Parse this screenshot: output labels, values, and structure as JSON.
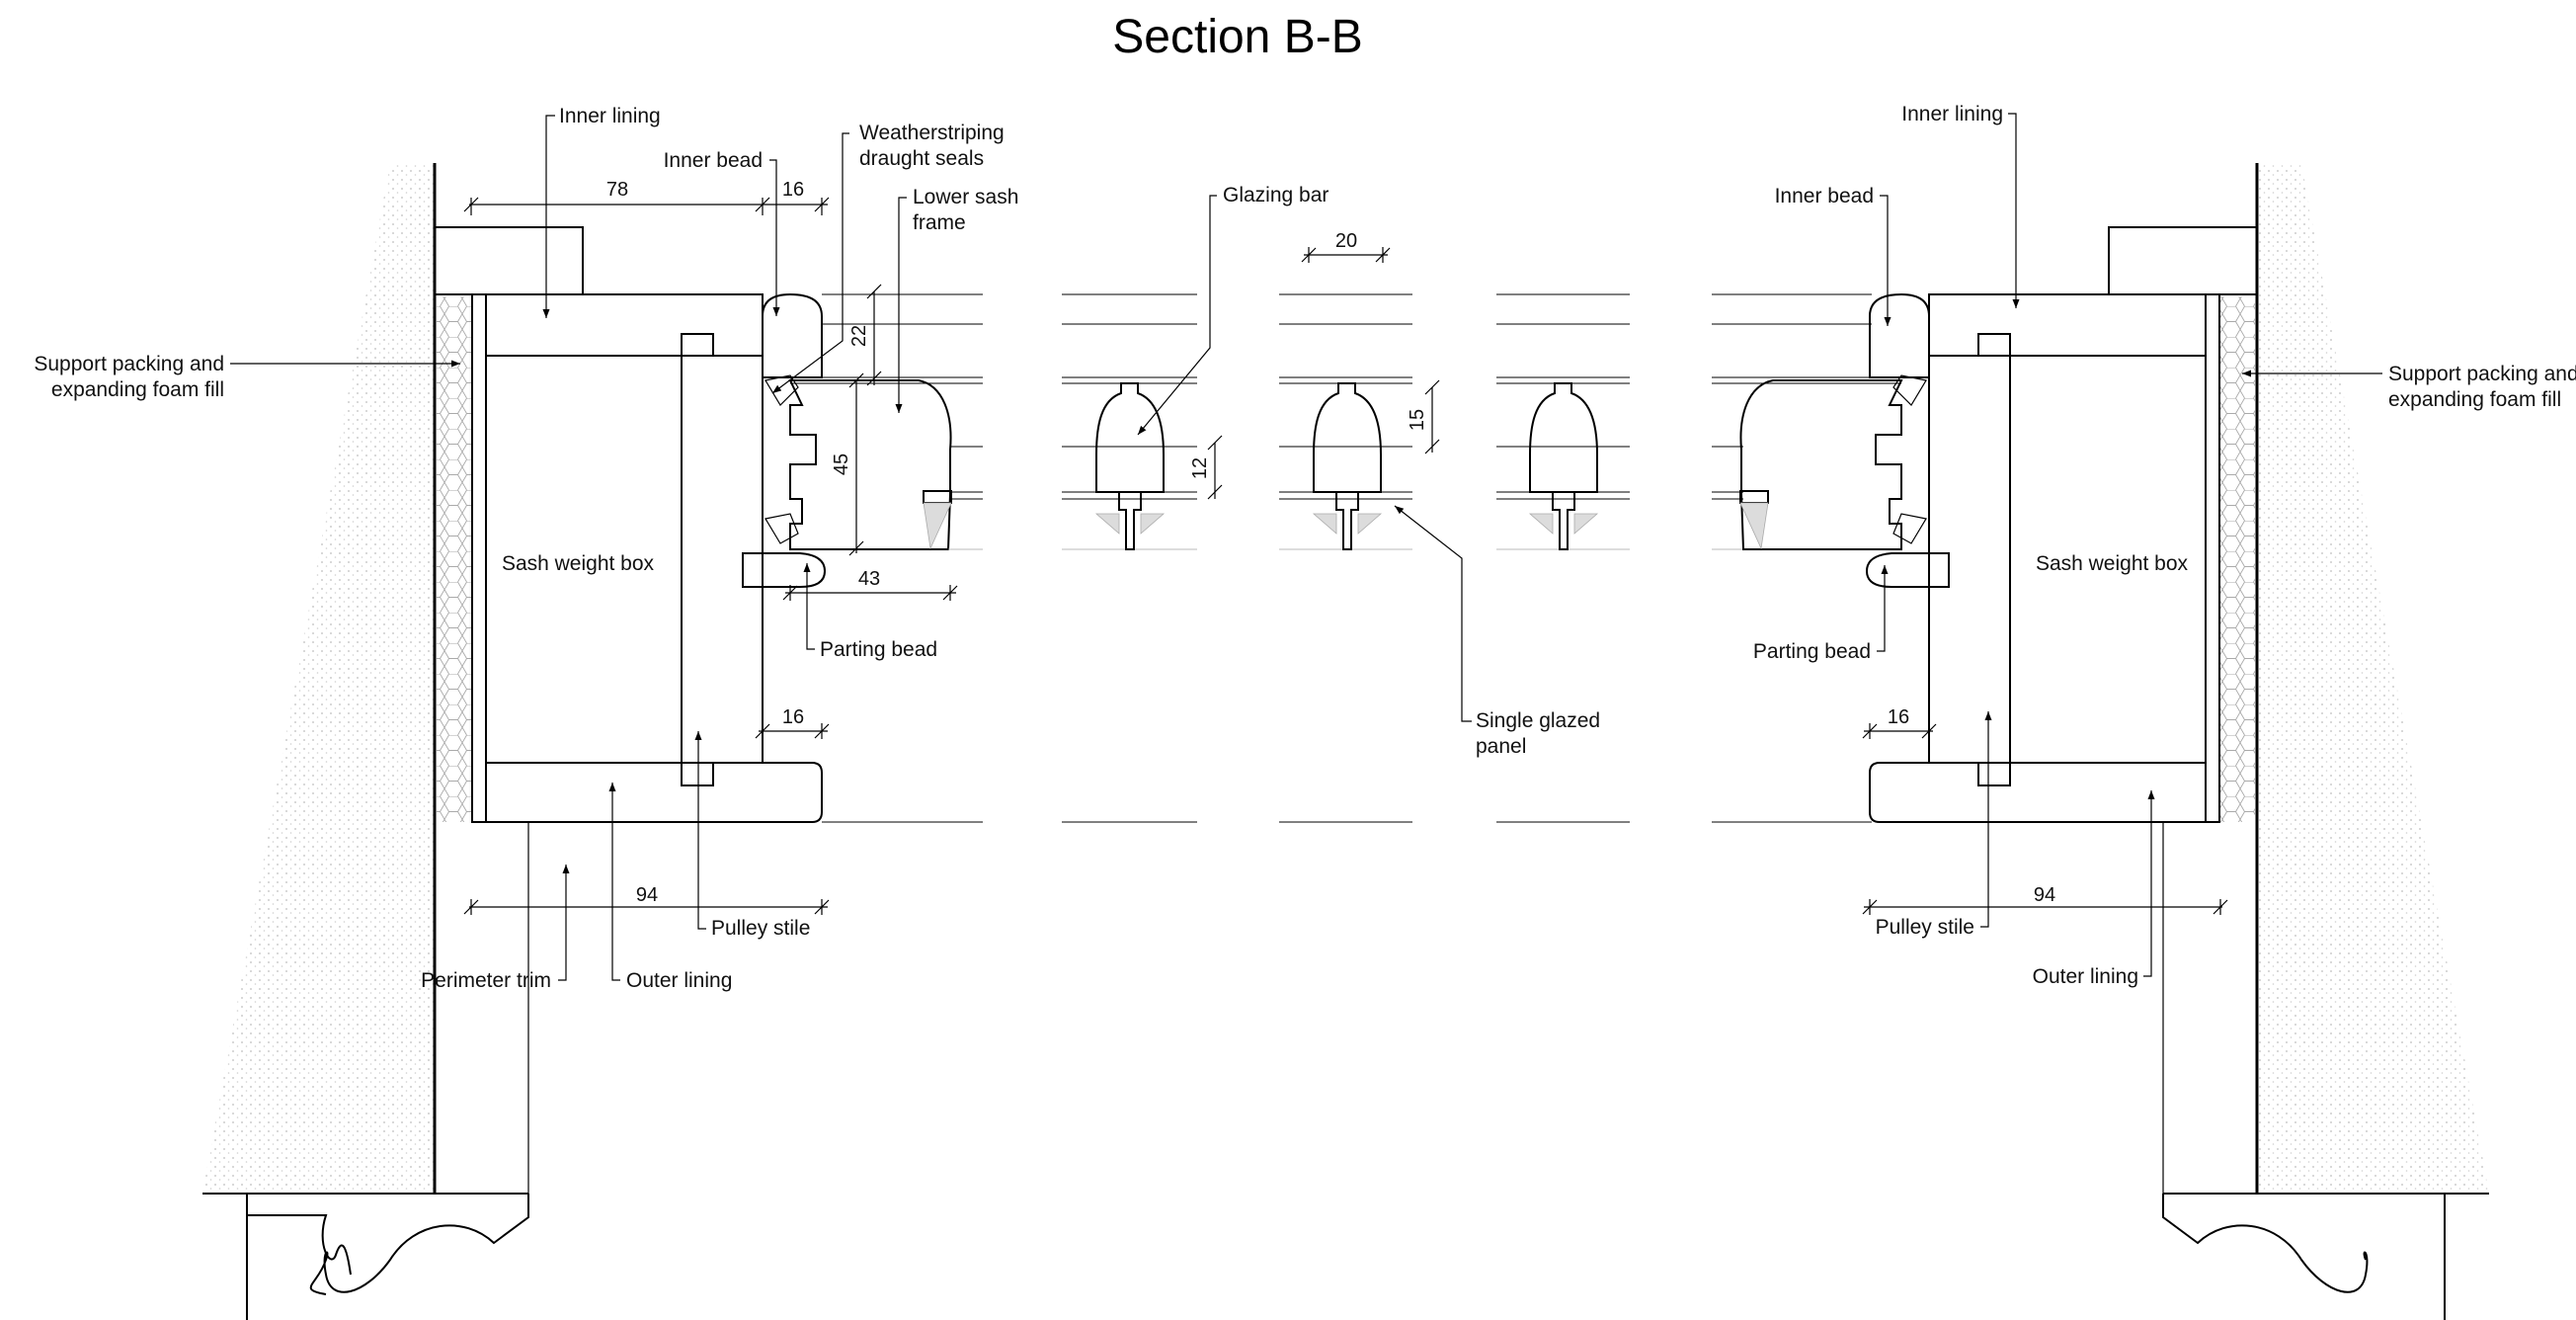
{
  "title": "Section B-B",
  "labels": {
    "inner_lining_left": "Inner lining",
    "inner_bead_left": "Inner bead",
    "weatherstriping_line1": "Weatherstriping",
    "weatherstriping_line2": "draught seals",
    "lower_sash_line1": "Lower sash",
    "lower_sash_line2": "frame",
    "glazing_bar": "Glazing bar",
    "support_left_line1": "Support packing and",
    "support_left_line2": "expanding foam fill",
    "sash_weight_box_left": "Sash weight box",
    "parting_bead_left": "Parting bead",
    "pulley_stile_left": "Pulley stile",
    "perimeter_trim": "Perimeter trim",
    "outer_lining_left": "Outer lining",
    "single_glazed_line1": "Single glazed",
    "single_glazed_line2": "panel",
    "inner_lining_right": "Inner lining",
    "inner_bead_right": "Inner bead",
    "support_right_line1": "Support packing and",
    "support_right_line2": "expanding foam fill",
    "sash_weight_box_right": "Sash weight box",
    "parting_bead_right": "Parting bead",
    "pulley_stile_right": "Pulley stile",
    "outer_lining_right": "Outer lining"
  },
  "dimensions": {
    "d78": "78",
    "d16_top": "16",
    "d20": "20",
    "d22": "22",
    "d45": "45",
    "d43": "43",
    "d15": "15",
    "d12": "12",
    "d16_mid_left": "16",
    "d94_left": "94",
    "d16_mid_right": "16",
    "d94_right": "94"
  }
}
